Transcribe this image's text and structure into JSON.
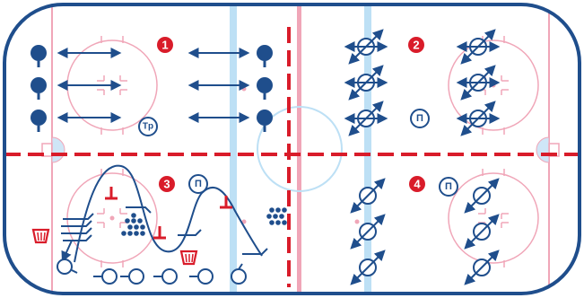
{
  "colors": {
    "board": "#1f4e8c",
    "player": "#1f4e8c",
    "pink_line": "#f0a6b8",
    "blue_line": "#bde0f5",
    "red_line": "#d91c2a",
    "goal_crease": "#cfe6f7",
    "coach": "#d91c2a",
    "bucket": "#d91c2a",
    "pucks": "#1f4e8c"
  },
  "drills": [
    {
      "number": "1",
      "badge": "Tp"
    },
    {
      "number": "2",
      "badge": "П"
    },
    {
      "number": "3",
      "badge": "П"
    },
    {
      "number": "4",
      "badge": "П"
    }
  ],
  "icons": {
    "player": "player-icon",
    "coach": "coach-icon",
    "puck_bucket": "puck-bucket-icon",
    "puck_pile": "puck-pile-icon",
    "skater_start": "skater-start-icon",
    "circle_arrow": "circle-through-arrow-icon"
  }
}
